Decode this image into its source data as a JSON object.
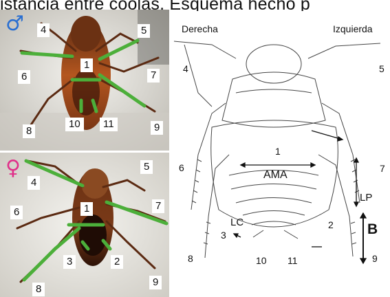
{
  "title": "istancia entre coolas. Esquema hecho p",
  "photos": {
    "male": {
      "sex_symbol": "♂",
      "leg_labels": [
        "4",
        "5",
        "1",
        "6",
        "7",
        "8",
        "10",
        "11",
        "9"
      ]
    },
    "female": {
      "sex_symbol": "♀",
      "leg_labels": [
        "4",
        "5",
        "1",
        "6",
        "7",
        "3",
        "2",
        "8",
        "9"
      ]
    }
  },
  "diagram": {
    "side_left": "Derecha",
    "side_right": "Izquierda",
    "numbers": [
      "4",
      "5",
      "6",
      "7",
      "1",
      "2",
      "3",
      "8",
      "9",
      "10",
      "11"
    ],
    "terms": {
      "ama": "AMA",
      "lp": "LP",
      "lc": "LC",
      "b": "B"
    }
  },
  "colors": {
    "arrow_green": "#4caf3a",
    "male_symbol": "#2a6fd1",
    "female_symbol": "#e0308a",
    "photo_bg": "#dcdad4"
  }
}
